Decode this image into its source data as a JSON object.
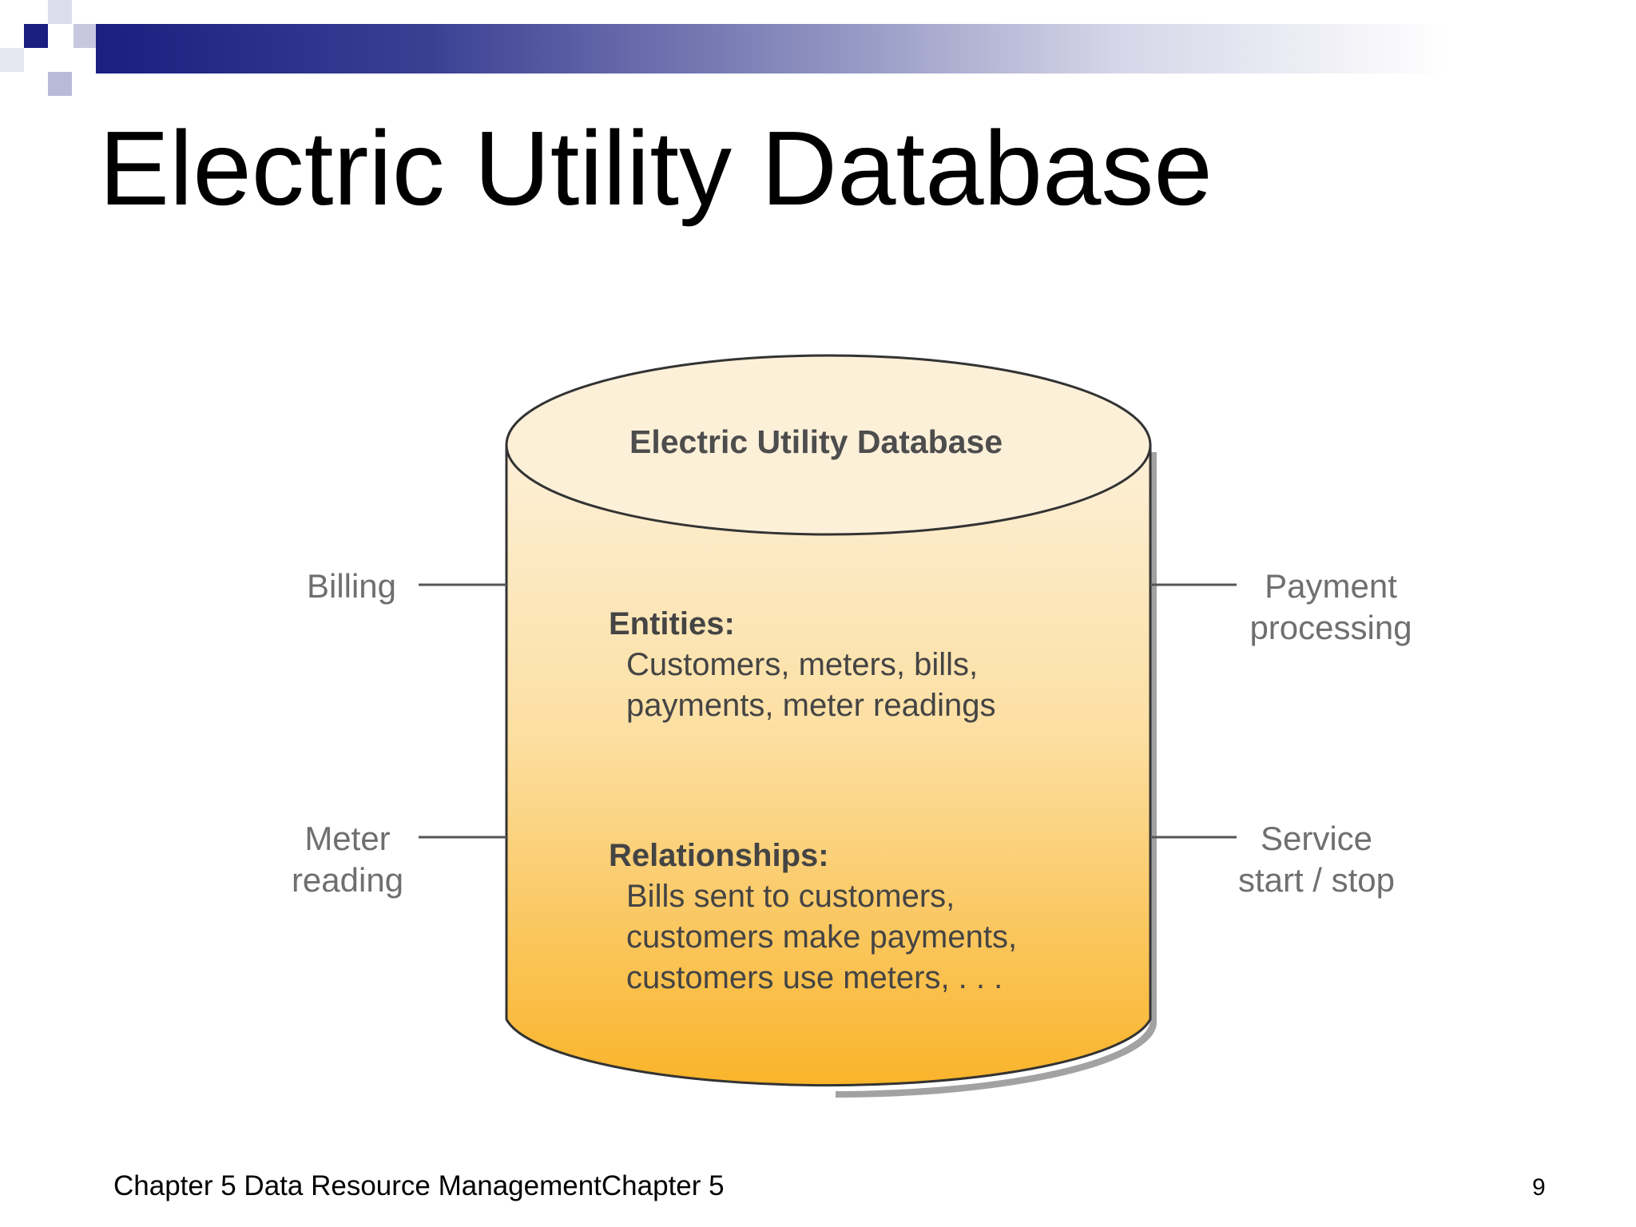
{
  "slide": {
    "title": "Electric Utility Database",
    "footer": "Chapter 5 Data Resource ManagementChapter 5",
    "page_number": "9"
  },
  "diagram": {
    "cylinder_title": "Electric Utility Database",
    "entities": {
      "heading": "Entities:",
      "lines": [
        "Customers, meters, bills,",
        "payments, meter readings"
      ]
    },
    "relationships": {
      "heading": "Relationships:",
      "lines": [
        "Bills sent to customers,",
        "customers make payments,",
        "customers use meters, . . ."
      ]
    },
    "left_labels": [
      {
        "lines": [
          "Billing"
        ]
      },
      {
        "lines": [
          "Meter",
          "reading"
        ]
      }
    ],
    "right_labels": [
      {
        "lines": [
          "Payment",
          "processing"
        ]
      },
      {
        "lines": [
          "Service",
          "start / stop"
        ]
      }
    ],
    "colors": {
      "cylinder_top": "#fdf0d8",
      "cylinder_bottom": "#f9b42a",
      "title_bar": "#1a1f80",
      "label_text": "#6f6f6f"
    }
  }
}
